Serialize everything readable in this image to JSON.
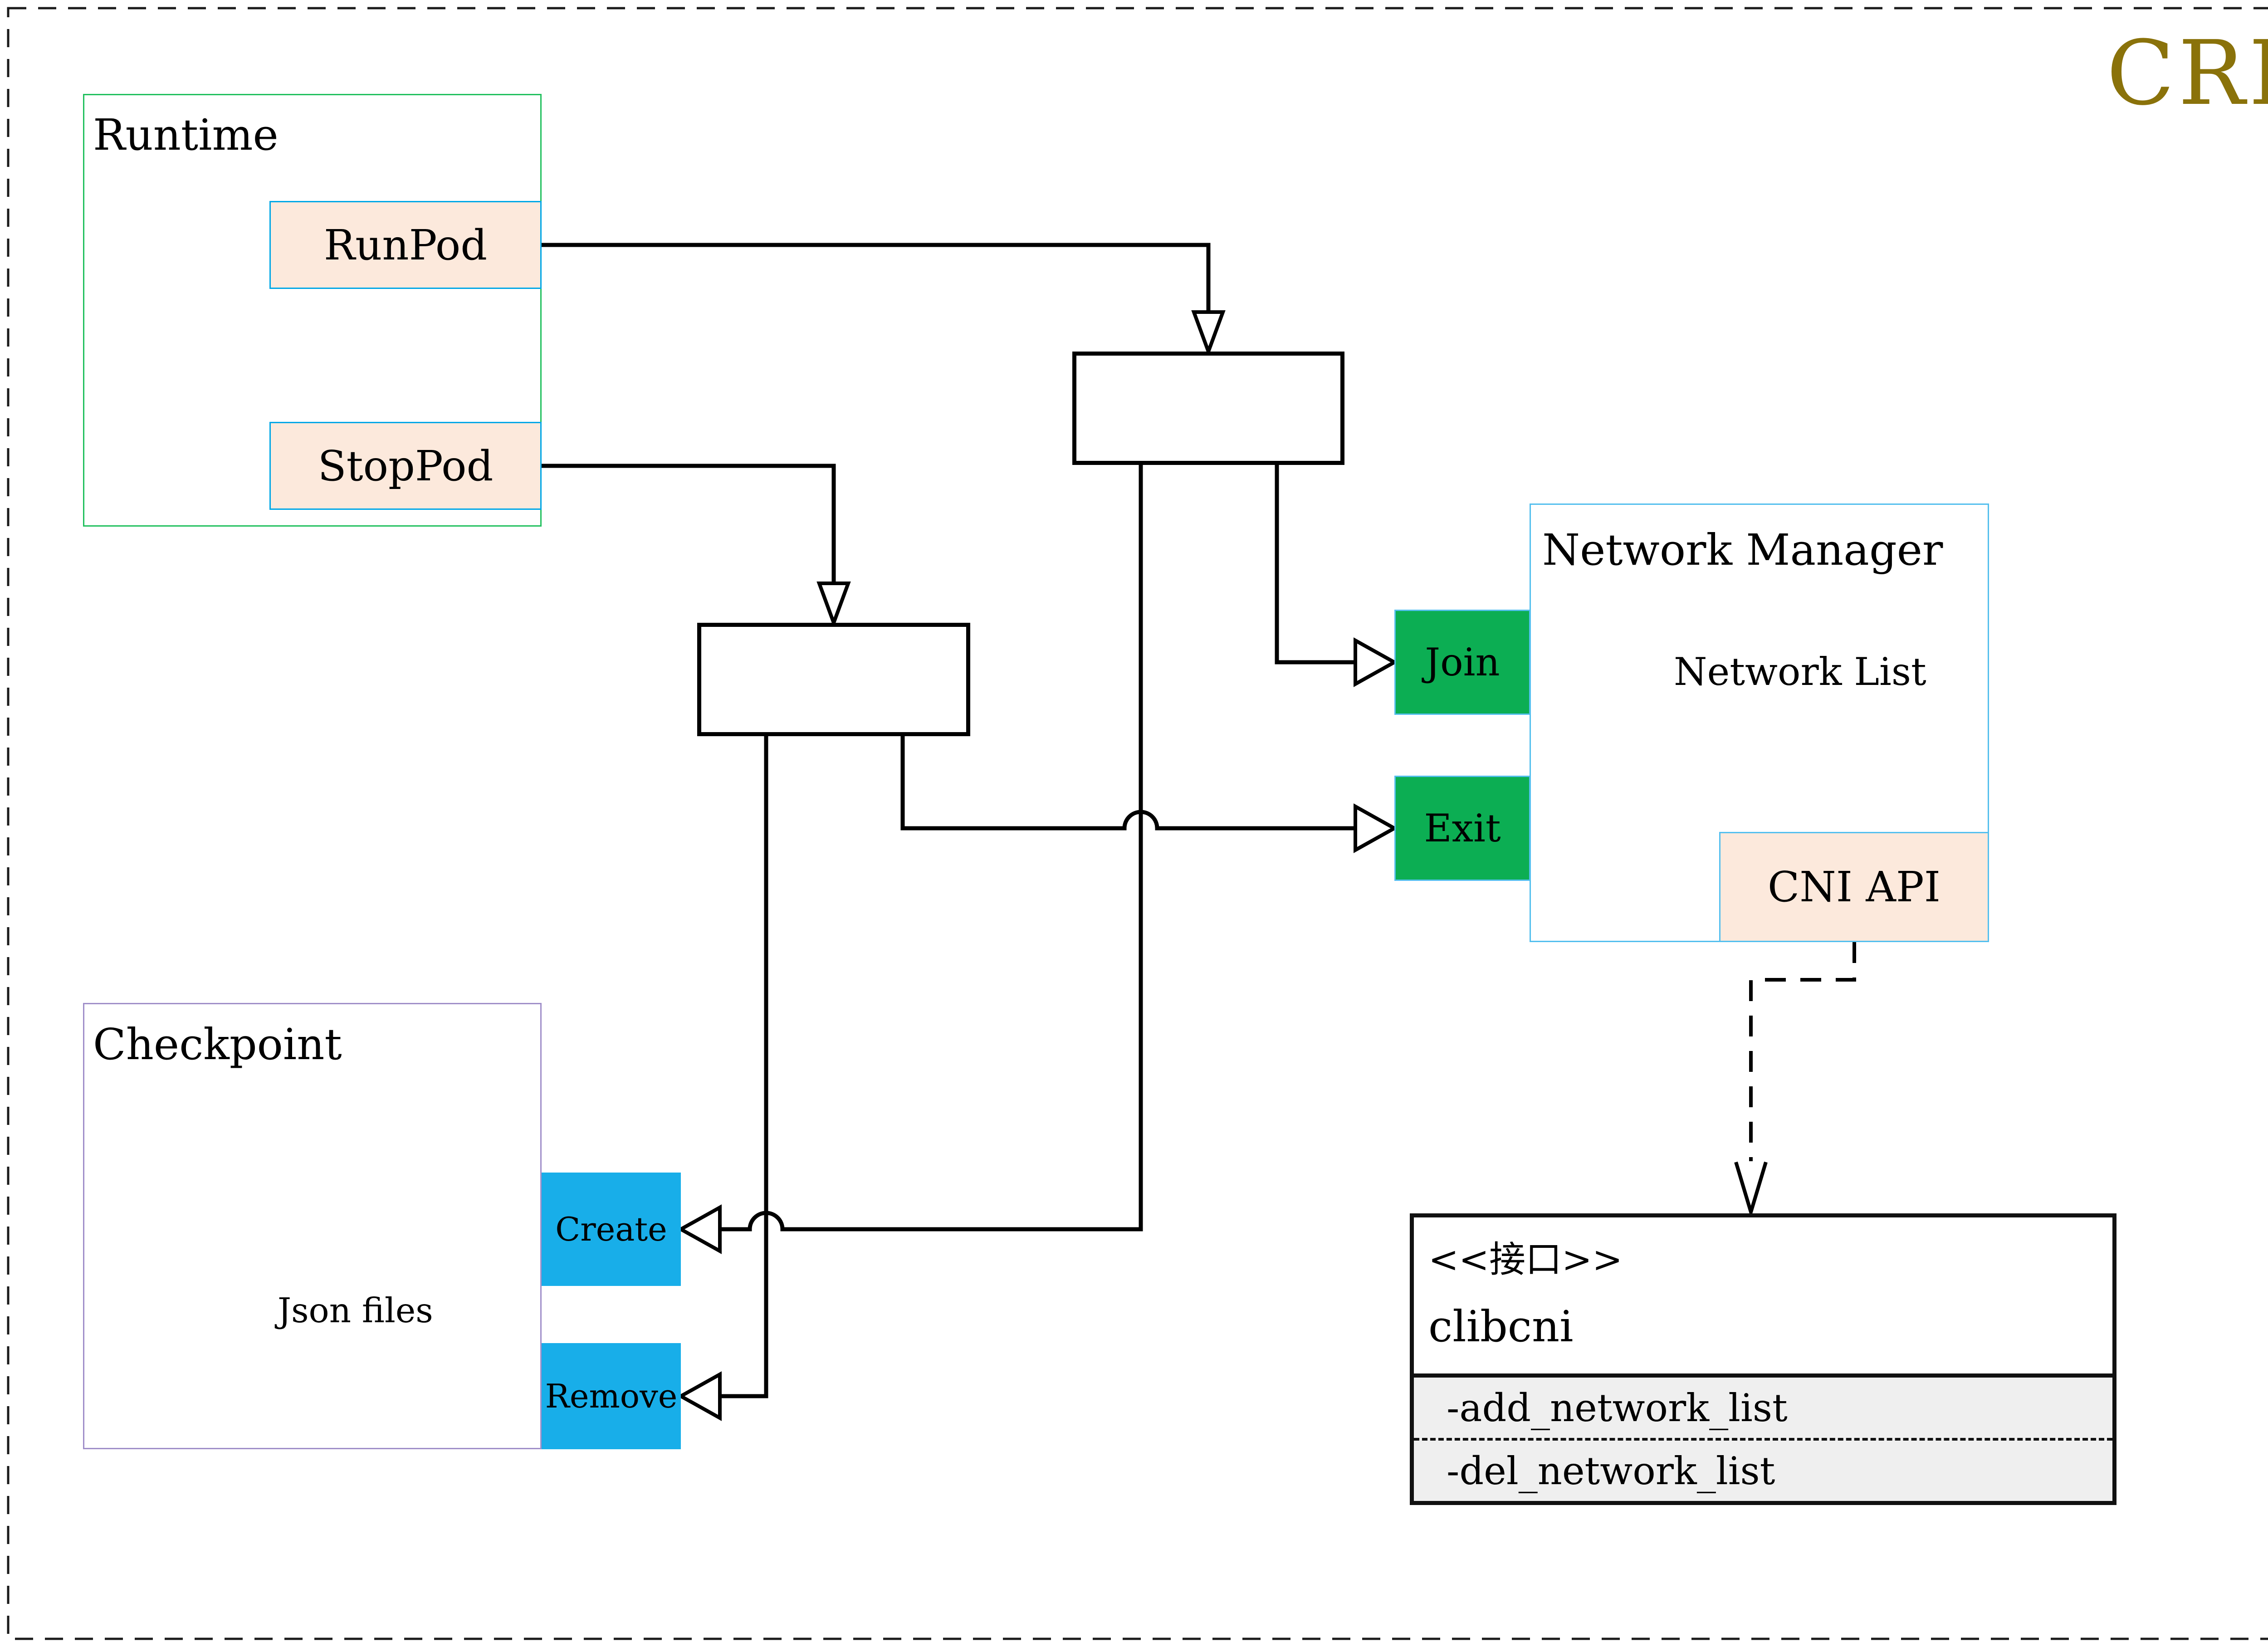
{
  "diagram": {
    "badge": "CRI",
    "runtime": {
      "title": "Runtime",
      "run_pod": "RunPod",
      "stop_pod": "StopPod"
    },
    "network_manager": {
      "title": "Network Manager",
      "network_list": "Network List",
      "join": "Join",
      "exit": "Exit",
      "cni_api": "CNI API"
    },
    "checkpoint": {
      "title": "Checkpoint",
      "json_files": "Json files",
      "create": "Create",
      "remove": "Remove"
    },
    "clibcni": {
      "stereotype": "<<接口>>",
      "name": "clibcni",
      "method_add": "-add_network_list",
      "method_del": "-del_network_list"
    },
    "colors": {
      "badge_gold": "#8a720a",
      "runtime_border_green": "#22c05e",
      "checkpoint_border_purple": "#a08fc9",
      "light_blue_border": "#54bfee",
      "saturated_cyan_border": "#00a7e6",
      "peach_fill": "#fce9dc",
      "green_fill": "#0cae53",
      "cyan_fill": "#18aee9",
      "interface_section_gray": "#efefef",
      "db_icon_gray": "#696969",
      "line_black": "#000000"
    }
  }
}
